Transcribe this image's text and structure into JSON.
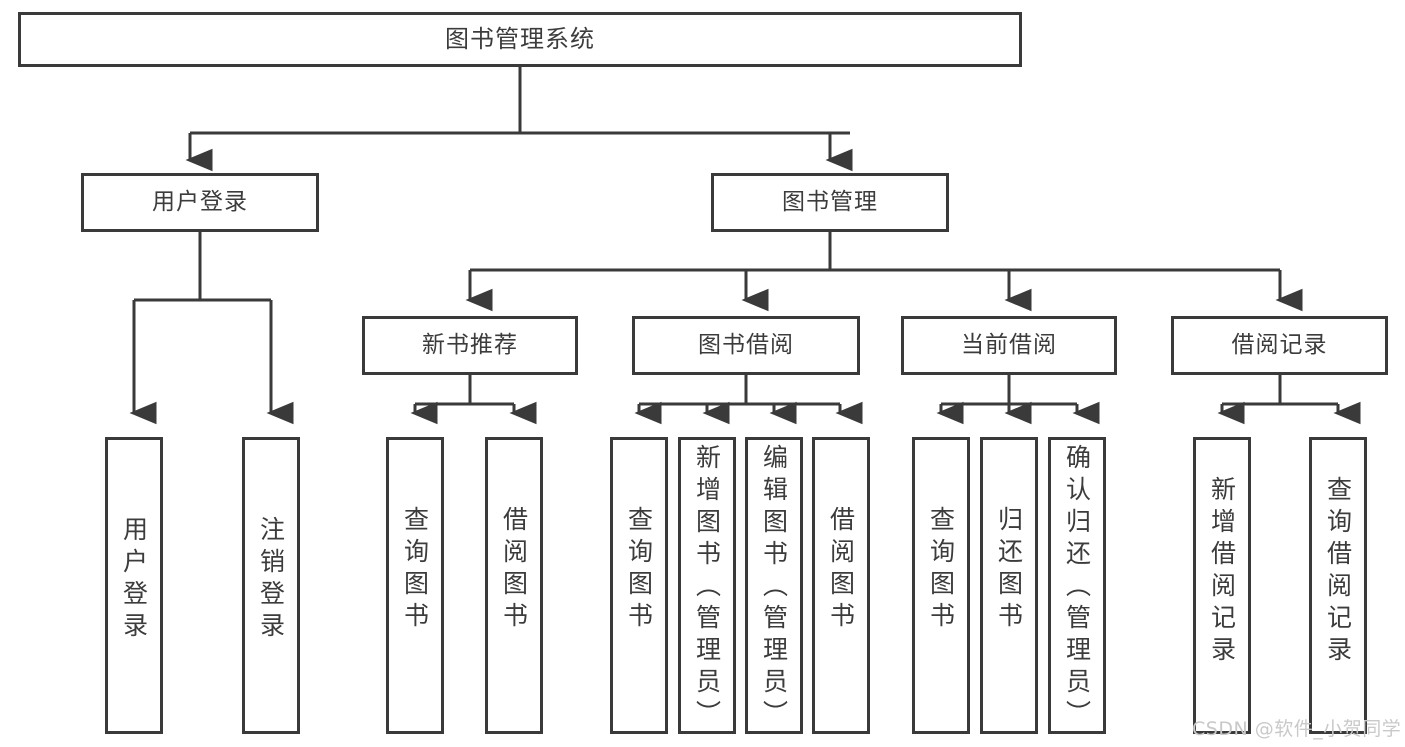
{
  "diagram": {
    "title": "图书管理系统",
    "type": "功能结构图",
    "line_color": "#3a3a3a",
    "text_color": "#3c3c3c",
    "background": "#ffffff",
    "watermark": "CSDN @软件_小贺同学"
  },
  "nodes": {
    "root": {
      "label": "图书管理系统"
    },
    "level2": [
      {
        "id": "user-login",
        "label": "用户登录"
      },
      {
        "id": "book-manage",
        "label": "图书管理"
      }
    ],
    "level3": [
      {
        "id": "new-book-recommend",
        "label": "新书推荐"
      },
      {
        "id": "book-borrow",
        "label": "图书借阅"
      },
      {
        "id": "current-borrow",
        "label": "当前借阅"
      },
      {
        "id": "borrow-record",
        "label": "借阅记录"
      }
    ],
    "leaves": {
      "user-login": [
        {
          "id": "leaf-user-login",
          "label": "用户登录"
        },
        {
          "id": "leaf-logout-login",
          "label": "注销登录"
        }
      ],
      "new-book-recommend": [
        {
          "id": "leaf-query-book-1",
          "label": "查询图书"
        },
        {
          "id": "leaf-borrow-book-1",
          "label": "借阅图书"
        }
      ],
      "book-borrow": [
        {
          "id": "leaf-query-book-2",
          "label": "查询图书"
        },
        {
          "id": "leaf-add-book",
          "label": "新增图书（管理员）"
        },
        {
          "id": "leaf-edit-book",
          "label": "编辑图书（管理员）"
        },
        {
          "id": "leaf-borrow-book-2",
          "label": "借阅图书"
        }
      ],
      "current-borrow": [
        {
          "id": "leaf-query-book-3",
          "label": "查询图书"
        },
        {
          "id": "leaf-return-book",
          "label": "归还图书"
        },
        {
          "id": "leaf-confirm-return",
          "label": "确认归还（管理员）"
        }
      ],
      "borrow-record": [
        {
          "id": "leaf-add-record",
          "label": "新增借阅记录"
        },
        {
          "id": "leaf-query-record",
          "label": "查询借阅记录"
        }
      ]
    }
  }
}
